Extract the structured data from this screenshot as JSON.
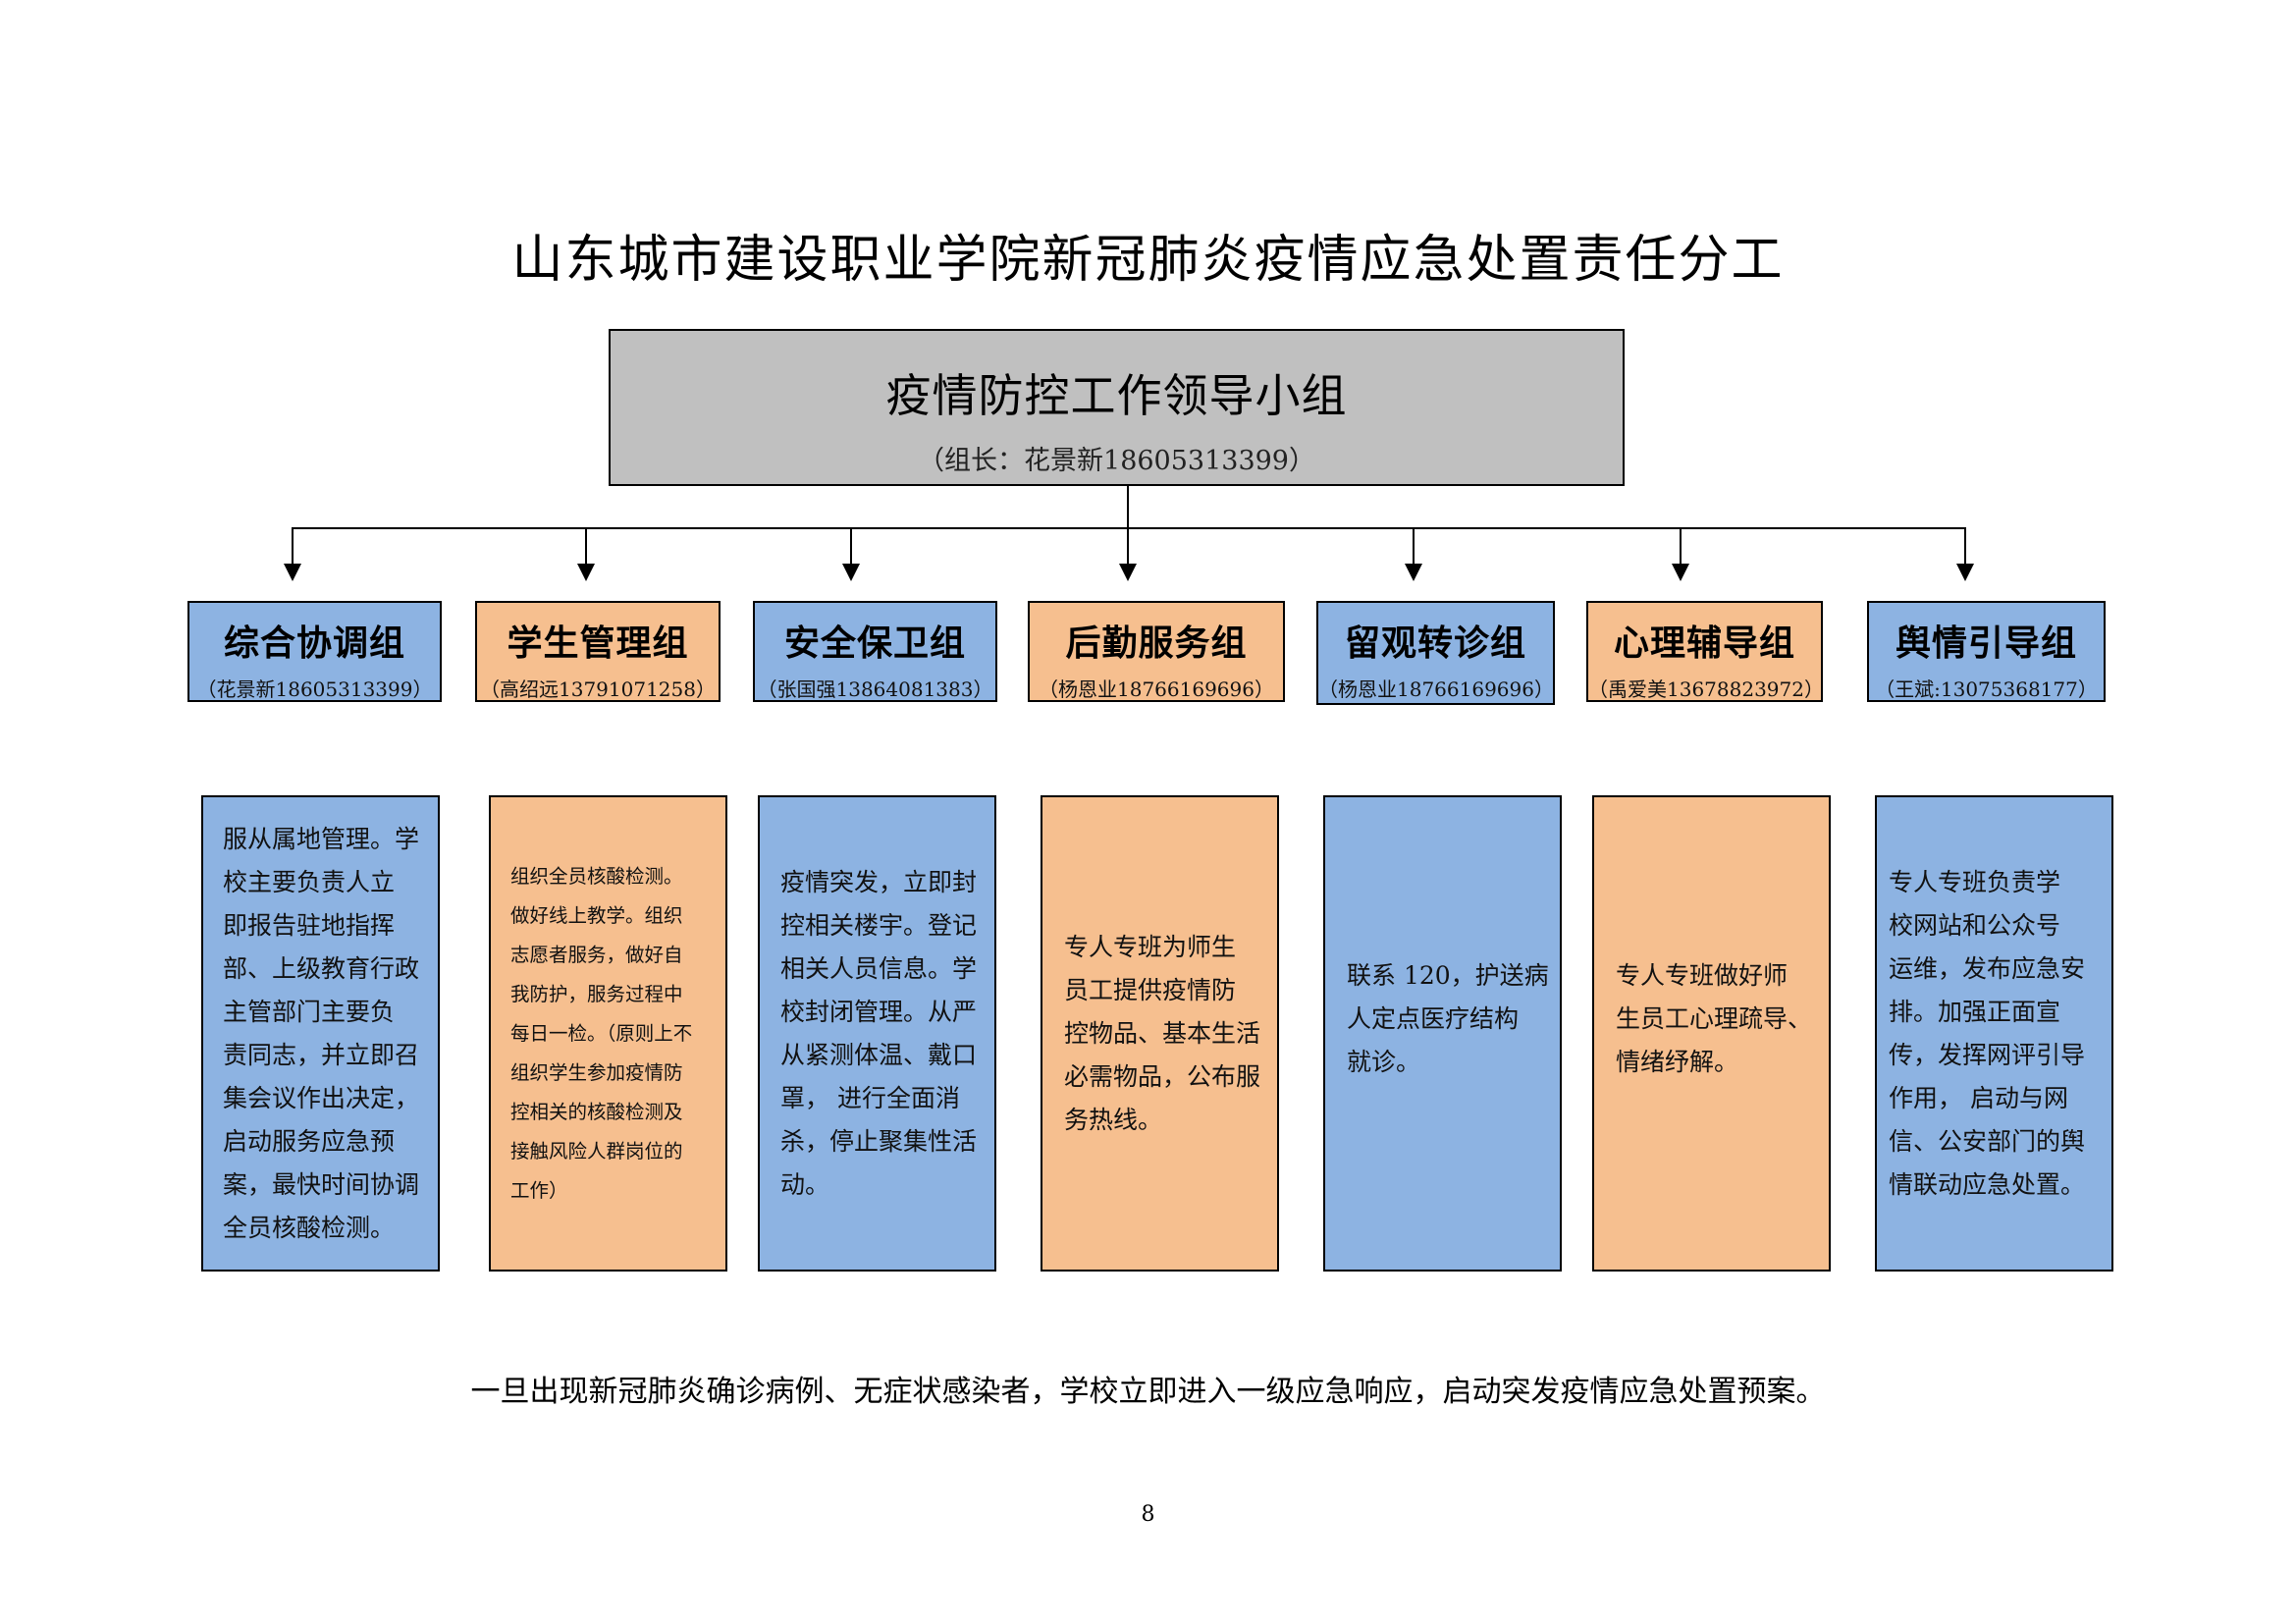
{
  "title": "山东城市建设职业学院新冠肺炎疫情应急处置责任分工",
  "leader": {
    "name": "疫情防控工作领导小组",
    "sub": "（组长：花景新18605313399）"
  },
  "groups": [
    {
      "name": "综合协调组",
      "contact": "（花景新18605313399）",
      "color": "#8db3e2"
    },
    {
      "name": "学生管理组",
      "contact": "（高绍远13791071258）",
      "color": "#f6bf8f"
    },
    {
      "name": "安全保卫组",
      "contact": "（张国强13864081383）",
      "color": "#8db3e2"
    },
    {
      "name": "后勤服务组",
      "contact": "（杨恩业18766169696）",
      "color": "#f6bf8f"
    },
    {
      "name": "留观转诊组",
      "contact": "（杨恩业18766169696）",
      "color": "#8db3e2"
    },
    {
      "name": "心理辅导组",
      "contact": "（禹爱美13678823972）",
      "color": "#f6bf8f"
    },
    {
      "name": "舆情引导组",
      "contact": "（王斌:13075368177）",
      "color": "#8db3e2"
    }
  ],
  "duties": [
    "服从属地管理。学\n校主要负责人立\n即报告驻地指挥\n部、上级教育行政\n主管部门主要负\n责同志，并立即召\n集会议作出决定，\n启动服务应急预\n案，最快时间协调\n全员核酸检测。",
    "组织全员核酸检测。\n做好线上教学。组织\n志愿者服务，做好自\n我防护，服务过程中\n每日一检。（原则上不\n组织学生参加疫情防\n控相关的核酸检测及\n接触风险人群岗位的\n工作）",
    "疫情突发，立即封\n控相关楼宇。登记\n相关人员信息。学\n校封闭管理。从严\n从紧测体温、戴口\n罩， 进行全面消\n杀，停止聚集性活\n动。",
    "专人专班为师生\n员工提供疫情防\n控物品、基本生活\n必需物品，公布服\n务热线。",
    "联系 120，护送病\n人定点医疗结构\n就诊。",
    "专人专班做好师\n生员工心理疏导、\n情绪纾解。",
    "专人专班负责学\n校网站和公众号\n运维，发布应急安\n排。加强正面宣\n传，发挥网评引导\n作用， 启动与网\n信、公安部门的舆\n情联动应急处置。"
  ],
  "note": "一旦出现新冠肺炎确诊病例、无症状感染者，学校立即进入一级应急响应，启动突发疫情应急处置预案。",
  "page_number": "8"
}
